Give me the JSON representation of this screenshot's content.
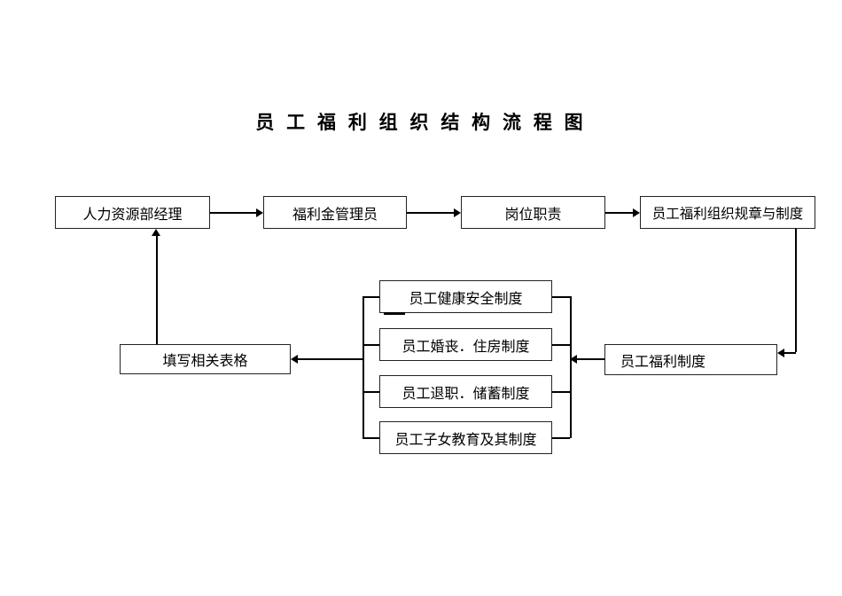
{
  "title": {
    "text": "员 工 福 利 组 织 结 构 流 程 图"
  },
  "colors": {
    "background": "#ffffff",
    "line": "#000000",
    "box_border": "#222222",
    "text": "#000000"
  },
  "diagram": {
    "nodes": {
      "hr_manager": {
        "label": "人力资源部经理"
      },
      "fund_admin": {
        "label": "福利金管理员"
      },
      "job_duties": {
        "label": "岗位职责"
      },
      "org_rules": {
        "label": "员工福利组织规章与制度"
      },
      "welfare_system": {
        "label": "员工福利制度"
      },
      "fill_forms": {
        "label": "填写相关表格"
      },
      "health_safety": {
        "label": "员工健康安全制度"
      },
      "marriage_housing": {
        "label": "员工婚丧．住房制度"
      },
      "retirement_savings": {
        "label": "员工退职．储蓄制度"
      },
      "children_education": {
        "label": "员工子女教育及其制度"
      }
    },
    "edges": [
      {
        "from": "hr_manager",
        "to": "fund_admin"
      },
      {
        "from": "fund_admin",
        "to": "job_duties"
      },
      {
        "from": "job_duties",
        "to": "org_rules"
      },
      {
        "from": "org_rules",
        "to": "welfare_system"
      },
      {
        "from": "welfare_system",
        "to": "welfare_detail_group"
      },
      {
        "from": "welfare_detail_group",
        "to": "fill_forms"
      },
      {
        "from": "fill_forms",
        "to": "hr_manager"
      }
    ],
    "groups": {
      "welfare_detail_group": [
        "health_safety",
        "marriage_housing",
        "retirement_savings",
        "children_education"
      ]
    }
  }
}
